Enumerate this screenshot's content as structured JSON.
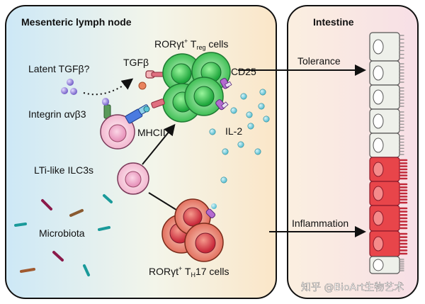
{
  "panels": {
    "left_title": "Mesenteric lymph node",
    "right_title": "Intestine"
  },
  "labels": {
    "latent_tgfb": "Latent TGFβ?",
    "tgfb": "TGFβ",
    "treg_prefix": "RORγt",
    "treg_sup": "+",
    "treg_t": " T",
    "treg_sub": "reg",
    "treg_suffix": " cells",
    "integrin": "Integrin αvβ3",
    "mhcii": "MHCII",
    "cd25": "CD25",
    "il2": "IL-2",
    "ilc3": "LTi-like ILC3s",
    "microbiota": "Microbiota",
    "th17_prefix": "RORγt",
    "th17_sup": "+",
    "th17_t": " T",
    "th17_sub": "H",
    "th17_suffix": "17 cells",
    "tolerance": "Tolerance",
    "inflammation": "Inflammation",
    "watermark": "知乎 @BioArt生物艺术"
  },
  "colors": {
    "treg_green": "#3cc85a",
    "th17_red": "#e05a4a",
    "il2_cyan": "#5cc6d6",
    "tgfb_purple": "#8a7ad0",
    "inflamed_epithelium": "#e8454a",
    "normal_epithelium": "#eef0ea"
  }
}
